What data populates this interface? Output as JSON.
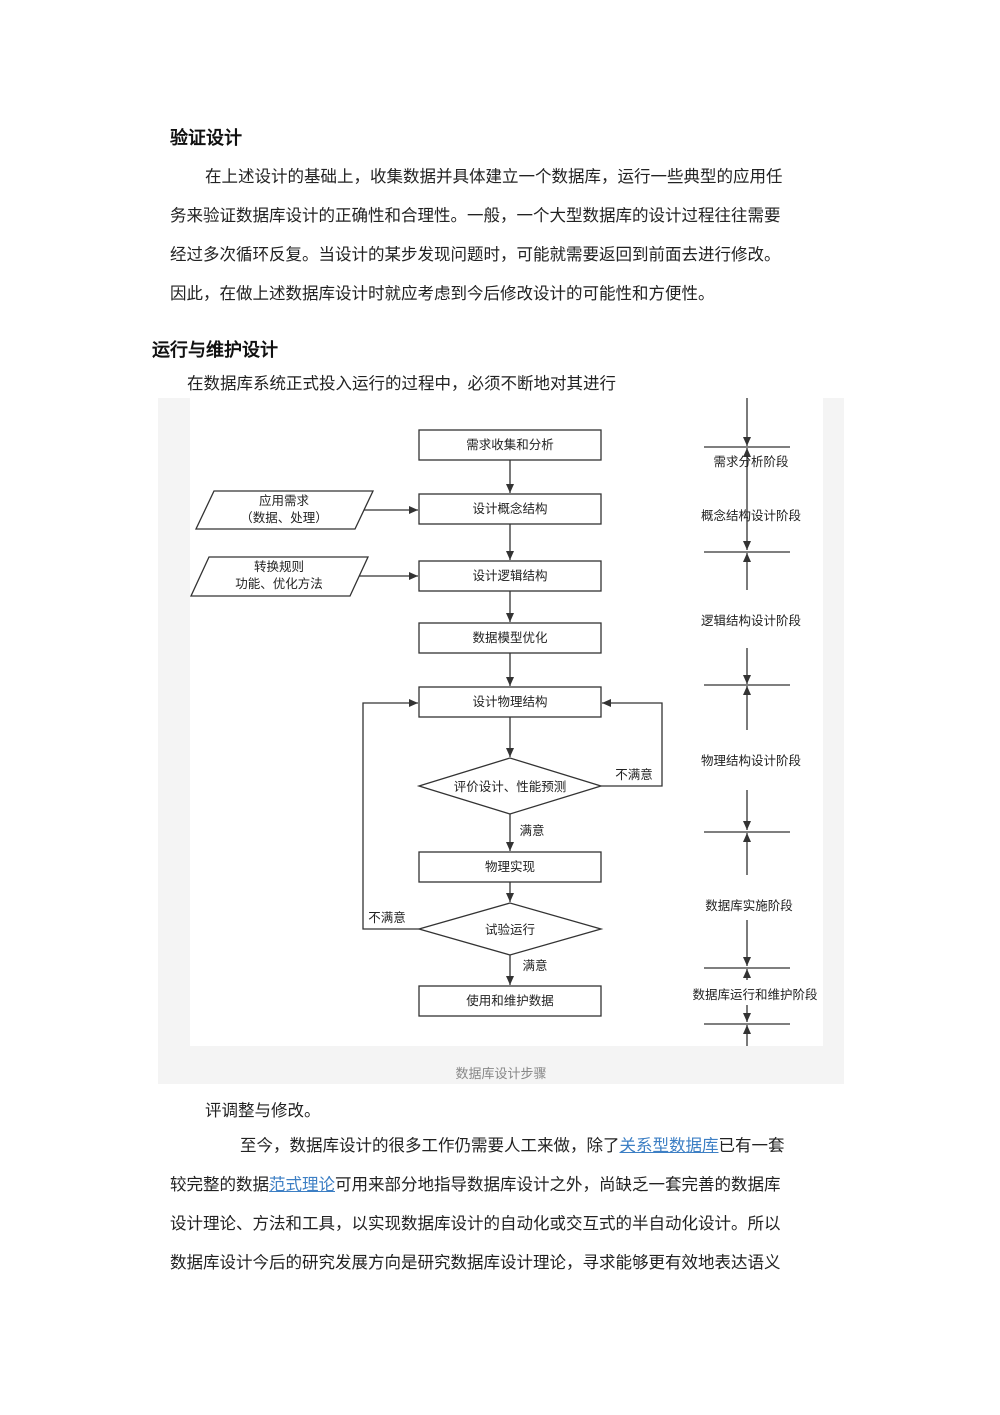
{
  "section1": {
    "heading": "验证设计",
    "lines": [
      "在上述设计的基础上，收集数据并具体建立一个数据库，运行一些典型的应用任",
      "务来验证数据库设计的正确性和合理性。一般，一个大型数据库的设计过程往往需要",
      "经过多次循环反复。当设计的某步发现问题时，可能就需要返回到前面去进行修改。",
      "因此，在做上述数据库设计时就应考虑到今后修改设计的可能性和方便性。"
    ]
  },
  "section2": {
    "heading": "运行与维护设计",
    "intro": "在数据库系统正式投入运行的过程中，必须不断地对其进行",
    "after_figure": "评调整与修改。"
  },
  "figure": {
    "caption": "数据库设计步骤",
    "steps": {
      "s1": "需求收集和分析",
      "s2": "设计概念结构",
      "s3": "设计逻辑结构",
      "s4": "数据模型优化",
      "s5": "设计物理结构",
      "d1": "评价设计、性能预测",
      "s6": "物理实现",
      "d2": "试验运行",
      "s7": "使用和维护数据"
    },
    "inputs": {
      "in1_line1": "应用需求",
      "in1_line2": "（数据、处理）",
      "in2_line1": "转换规则",
      "in2_line2": "功能、优化方法"
    },
    "labels": {
      "unsat1": "不满意",
      "sat1": "满意",
      "unsat2": "不满意",
      "sat2": "满意"
    },
    "phases": {
      "p1": "需求分析阶段",
      "p2": "概念结构设计阶段",
      "p3": "逻辑结构设计阶段",
      "p4": "物理结构设计阶段",
      "p5": "数据库实施阶段",
      "p6": "数据库运行和维护阶段"
    }
  },
  "section3": {
    "l1_a": "至今，数据库设计的很多工作仍需要人工来做，除了",
    "l1_link": "关系型数据库",
    "l1_b": "已有一套",
    "l2_a": "较完整的数据",
    "l2_link": "范式理论",
    "l2_b": "可用来部分地指导数据库设计之外，尚缺乏一套完善的数据库",
    "l3": "设计理论、方法和工具，以实现数据库设计的自动化或交互式的半自动化设计。所以",
    "l4": "数据库设计今后的研究发展方向是研究数据库设计理论，寻求能够更有效地表达语义"
  }
}
